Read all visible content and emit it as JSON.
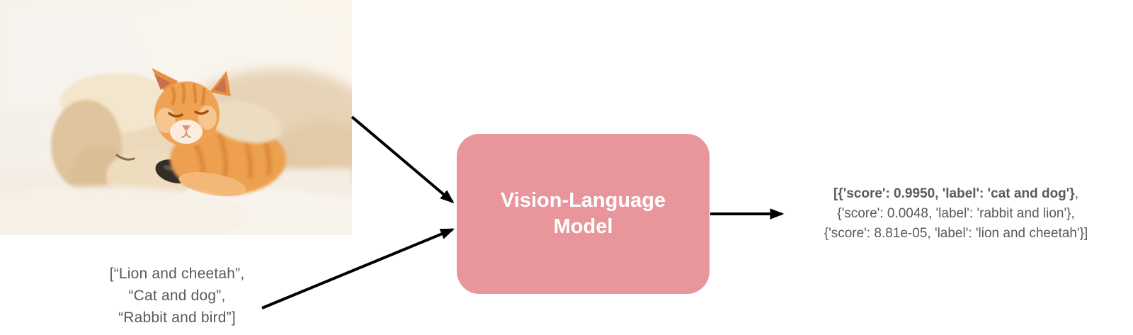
{
  "diagram": {
    "photo": {
      "description": "Sleeping cream puppy with an orange tabby kitten resting on its head on a white fluffy blanket"
    },
    "candidate_labels": {
      "line1": "[“Lion and cheetah”,",
      "line2": "“Cat and dog”,",
      "line3": "“Rabbit and bird”]"
    },
    "model_box": {
      "line1": "Vision-Language",
      "line2": "Model"
    },
    "output": {
      "line1_bold": "[{'score': 0.9950, 'label': 'cat and dog'}",
      "line1_tail": ",",
      "line2": "{'score': 0.0048, 'label': 'rabbit and lion'},",
      "line3": "{'score': 8.81e-05, 'label': 'lion and cheetah'}]"
    },
    "colors": {
      "model_fill": "#E8969B",
      "model_text": "#FFFFFF",
      "text_gray": "#58595B",
      "arrow": "#000000"
    }
  }
}
